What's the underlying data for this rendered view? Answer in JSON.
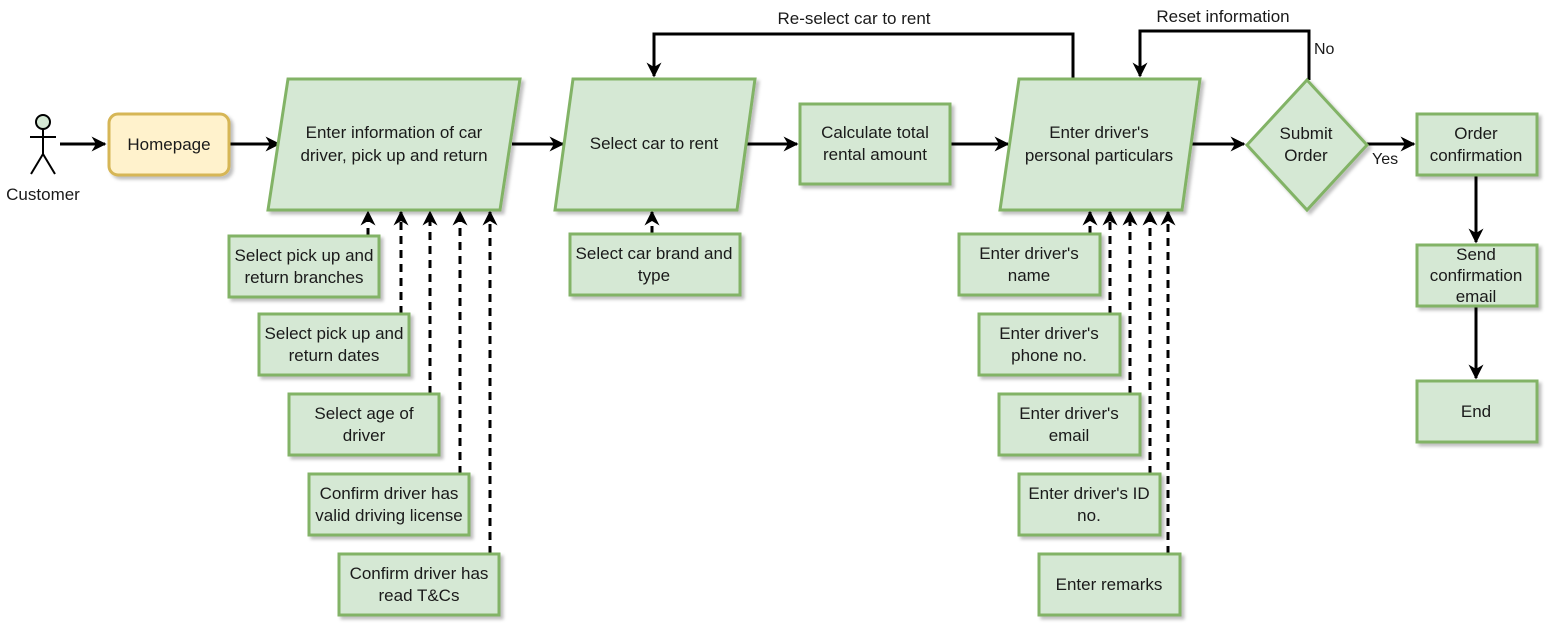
{
  "colors": {
    "node_fill": "#d5e8d4",
    "node_stroke": "#82b366",
    "homepage_fill": "#fff2cc",
    "homepage_stroke": "#d6b656",
    "edge": "#000000"
  },
  "actor": {
    "label": "Customer"
  },
  "nodes": {
    "homepage": "Homepage",
    "enter_info": [
      "Enter information of car",
      "driver, pick up and return"
    ],
    "select_car": [
      "Select car to rent"
    ],
    "calc": [
      "Calculate total",
      "rental amount"
    ],
    "driver_particulars": [
      "Enter driver's",
      "personal particulars"
    ],
    "submit": [
      "Submit",
      "Order"
    ],
    "order_conf": [
      "Order",
      "confirmation"
    ],
    "send_email": [
      "Send",
      "confirmation",
      "email"
    ],
    "end": [
      "End"
    ]
  },
  "sub_inputs": {
    "pickup_branches": [
      "Select pick up and",
      "return branches"
    ],
    "pickup_dates": [
      "Select pick up and",
      "return dates"
    ],
    "age": [
      "Select age of",
      "driver"
    ],
    "license": [
      "Confirm driver has",
      "valid driving license"
    ],
    "tcs": [
      "Confirm driver has",
      "read T&Cs"
    ],
    "car_brand": [
      "Select car brand and",
      "type"
    ],
    "driver_name": [
      "Enter driver's",
      "name"
    ],
    "driver_phone": [
      "Enter driver's",
      "phone no."
    ],
    "driver_email": [
      "Enter driver's",
      "email"
    ],
    "driver_id": [
      "Enter driver's ID",
      "no."
    ],
    "remarks": [
      "Enter remarks"
    ]
  },
  "edge_labels": {
    "reselect": "Re-select car to rent",
    "reset": "Reset information",
    "no": "No",
    "yes": "Yes"
  }
}
